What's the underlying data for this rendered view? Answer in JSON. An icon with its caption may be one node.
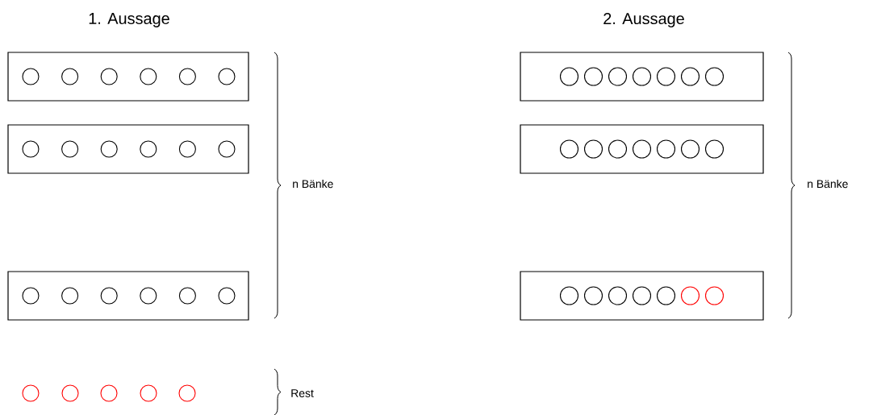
{
  "diagram": {
    "nodes": [
      {
        "text": [],
        "shape": "box"
      },
      {
        "text": [],
        "shape": "circle",
        "in": 0
      },
      {
        "text": [],
        "shape": "circle",
        "in": 0
      },
      {
        "text": [],
        "shape": "circle",
        "in": 0
      },
      {
        "text": [],
        "shape": "circle",
        "in": 0
      },
      {
        "text": [],
        "shape": "circle",
        "in": 0
      },
      {
        "text": [],
        "shape": "circle",
        "in": 0
      },
      {
        "text": [],
        "shape": "box"
      },
      {
        "text": [],
        "shape": "circle",
        "in": 7
      },
      {
        "text": [],
        "shape": "circle",
        "in": 7
      },
      {
        "text": [],
        "shape": "circle",
        "in": 7
      },
      {
        "text": [],
        "shape": "circle",
        "in": 7
      },
      {
        "text": [],
        "shape": "circle",
        "in": 7
      },
      {
        "text": [],
        "shape": "circle",
        "in": 7
      },
      {
        "text": [],
        "shape": "box"
      },
      {
        "text": [],
        "shape": "circle",
        "in": 14
      },
      {
        "text": [],
        "shape": "circle",
        "in": 14
      },
      {
        "text": [],
        "shape": "circle",
        "in": 14
      },
      {
        "text": [],
        "shape": "circle",
        "in": 14
      },
      {
        "text": [],
        "shape": "circle",
        "in": 14
      },
      {
        "text": [],
        "shape": "circle",
        "in": 14
      },
      {
        "text": [],
        "shape": "circle"
      },
      {
        "text": [],
        "shape": "circle"
      },
      {
        "text": [],
        "shape": "circle"
      },
      {
        "text": [],
        "shape": "circle"
      },
      {
        "text": [],
        "shape": "circle"
      },
      {
        "text": [],
        "shape": "box"
      },
      {
        "text": [],
        "shape": "circle",
        "in": 26
      },
      {
        "text": [],
        "shape": "circle",
        "in": 26
      },
      {
        "text": [],
        "shape": "circle",
        "in": 26
      },
      {
        "text": [],
        "shape": "circle",
        "in": 26
      },
      {
        "text": [],
        "shape": "circle",
        "in": 26
      },
      {
        "text": [],
        "shape": "circle",
        "in": 26
      },
      {
        "text": [],
        "shape": "circle",
        "in": 26
      },
      {
        "text": [],
        "shape": "box"
      },
      {
        "text": [],
        "shape": "circle",
        "in": 34
      },
      {
        "text": [],
        "shape": "circle",
        "in": 34
      },
      {
        "text": [],
        "shape": "circle",
        "in": 34
      },
      {
        "text": [],
        "shape": "circle",
        "in": 34
      },
      {
        "text": [],
        "shape": "circle",
        "in": 34
      },
      {
        "text": [],
        "shape": "circle",
        "in": 34
      },
      {
        "text": [],
        "shape": "circle",
        "in": 34
      },
      {
        "text": [],
        "shape": "box"
      },
      {
        "text": [],
        "shape": "circle",
        "in": 42
      },
      {
        "text": [],
        "shape": "circle",
        "in": 42
      },
      {
        "text": [],
        "shape": "circle",
        "in": 42
      },
      {
        "text": [],
        "shape": "circle",
        "in": 42
      },
      {
        "text": [],
        "shape": "circle",
        "in": 42
      },
      {
        "text": [],
        "shape": "circle",
        "in": 42
      },
      {
        "text": [],
        "shape": "circle",
        "in": 42
      }
    ],
    "labels": [
      "1. Aussage",
      "2. Aussage",
      "n Bänke",
      "n Bänke",
      "Rest"
    ]
  }
}
